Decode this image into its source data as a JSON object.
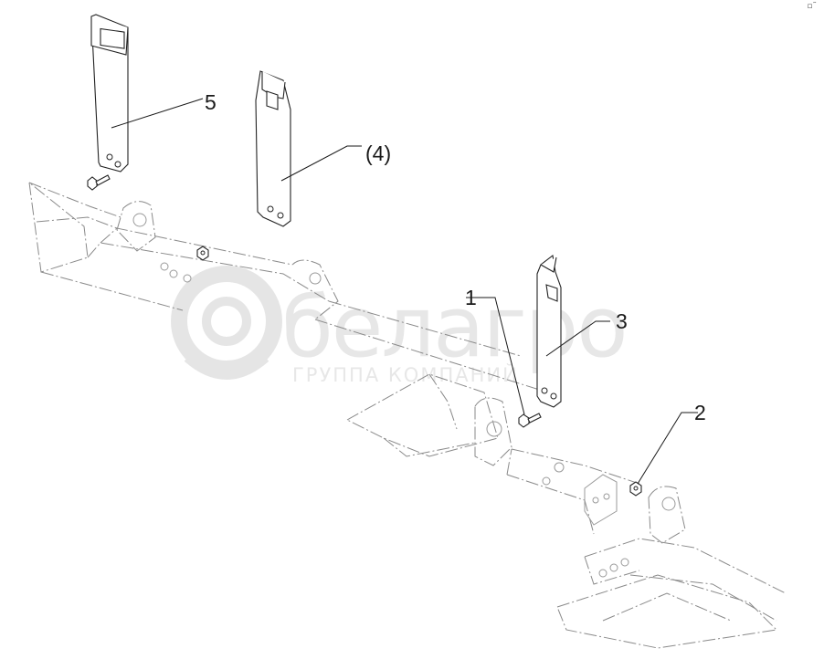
{
  "diagram": {
    "callouts": [
      {
        "id": "c1",
        "label": "1"
      },
      {
        "id": "c2",
        "label": "2"
      },
      {
        "id": "c3",
        "label": "3"
      },
      {
        "id": "c4",
        "label": "(4)"
      },
      {
        "id": "c5",
        "label": "5"
      }
    ],
    "watermark": {
      "brand": "белагро",
      "tagline": "ГРУППА КОМПАНИЙ"
    },
    "corner_mark": "▫˜"
  }
}
